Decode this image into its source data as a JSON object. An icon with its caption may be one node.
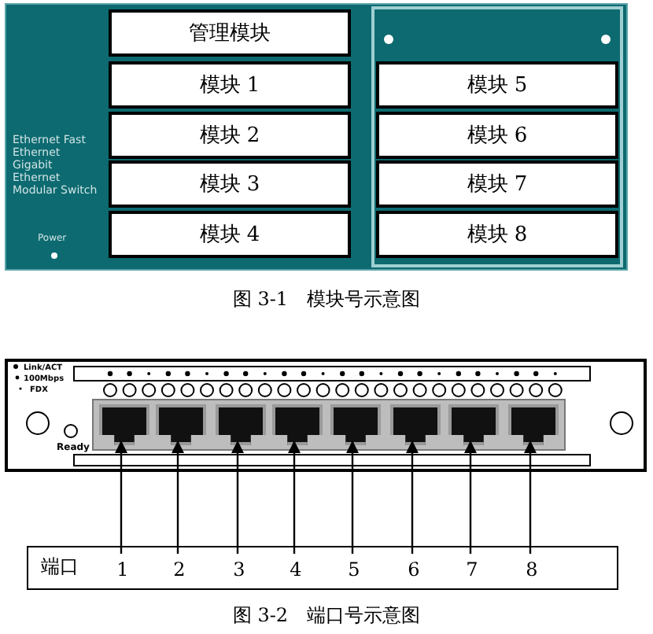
{
  "diagram": {
    "nodes": [
      {
        "text": [
          "Ethernet Fast Ethernet Gigabit Ethernet Modular Switch",
          "Power"
        ]
      },
      {
        "text": [
          "管理模块"
        ],
        "in": 0
      },
      {
        "text": [
          "模块 1"
        ],
        "in": 0
      },
      {
        "text": [
          "模块 2"
        ],
        "in": 0
      },
      {
        "text": [
          "模块 3"
        ],
        "in": 0
      },
      {
        "text": [
          "模块 4"
        ],
        "in": 0
      },
      {
        "text": [
          "模块 5"
        ],
        "in": 0
      },
      {
        "text": [
          "模块 6"
        ],
        "in": 0
      },
      {
        "text": [
          "模块 7"
        ],
        "in": 0
      },
      {
        "text": [
          "模块 8"
        ],
        "in": 0
      },
      {
        "text": [
          "Link/ACT",
          "100Mbps",
          "FDX",
          "Ready"
        ]
      },
      {
        "text": [],
        "shape": "box",
        "in": 10
      },
      {
        "text": [],
        "shape": "box",
        "in": 10
      },
      {
        "text": [],
        "shape": "box",
        "in": 10
      },
      {
        "text": [],
        "shape": "box",
        "in": 10
      },
      {
        "text": [],
        "shape": "box",
        "in": 10
      },
      {
        "text": [],
        "shape": "box",
        "in": 10
      },
      {
        "text": [],
        "shape": "box",
        "in": 10
      },
      {
        "text": [],
        "shape": "box",
        "in": 10
      },
      {
        "text": [
          "端口"
        ]
      },
      {
        "text": [
          "1"
        ],
        "in": 19
      },
      {
        "text": [
          "2"
        ],
        "in": 19
      },
      {
        "text": [
          "3"
        ],
        "in": 19
      },
      {
        "text": [
          "4"
        ],
        "in": 19
      },
      {
        "text": [
          "5"
        ],
        "in": 19
      },
      {
        "text": [
          "6"
        ],
        "in": 19
      },
      {
        "text": [
          "7"
        ],
        "in": 19
      },
      {
        "text": [
          "8"
        ],
        "in": 19
      }
    ],
    "edges": [
      {
        "from": 20,
        "to": 11,
        "arrow": "to"
      },
      {
        "from": 21,
        "to": 12,
        "arrow": "to"
      },
      {
        "from": 22,
        "to": 13,
        "arrow": "to"
      },
      {
        "from": 23,
        "to": 14,
        "arrow": "to"
      },
      {
        "from": 24,
        "to": 15,
        "arrow": "to"
      },
      {
        "from": 25,
        "to": 16,
        "arrow": "to"
      },
      {
        "from": 26,
        "to": 17,
        "arrow": "to"
      },
      {
        "from": 27,
        "to": 18,
        "arrow": "to"
      }
    ],
    "labels": [
      "图 3-1　模块号示意图",
      "图 3-2　端口号示意图"
    ]
  }
}
